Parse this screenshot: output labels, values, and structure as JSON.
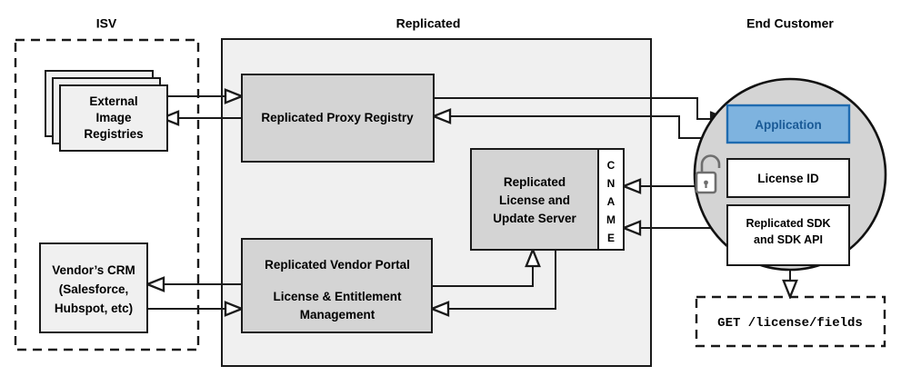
{
  "zones": {
    "isv": {
      "title": "ISV"
    },
    "replicated": {
      "title": "Replicated"
    },
    "end_customer": {
      "title": "End Customer"
    }
  },
  "nodes": {
    "external_registries": {
      "line1": "External",
      "line2": "Image",
      "line3": "Registries"
    },
    "vendor_crm": {
      "line1": "Vendor’s CRM",
      "line2": "(Salesforce,",
      "line3": "Hubspot, etc)"
    },
    "proxy_registry": {
      "line1": "Replicated Proxy Registry"
    },
    "license_update_server": {
      "line1": "Replicated",
      "line2": "License and",
      "line3": "Update Server"
    },
    "cname": {
      "letters": [
        "C",
        "N",
        "A",
        "M",
        "E"
      ]
    },
    "vendor_portal": {
      "line1": "Replicated Vendor Portal",
      "line2": "License & Entitlement",
      "line3": "Management"
    },
    "application": {
      "line1": "Application"
    },
    "license_id": {
      "line1": "License ID"
    },
    "replicated_sdk": {
      "line1": "Replicated SDK",
      "line2": "and SDK API"
    },
    "api_call": {
      "line1": "GET /license/fields"
    }
  },
  "icons": {
    "unlock": "unlock-padlock-icon"
  },
  "colors": {
    "zone_fill": "#f0f0f0",
    "node_grey": "#d4d4d4",
    "node_light": "#f0f0f0",
    "node_white": "#ffffff",
    "app_fill": "#7eb3df",
    "app_border": "#1f6bb0",
    "app_text": "#1a5a96",
    "customer_circle": "#d4d4d4",
    "stroke": "#1a1a1a",
    "lock": "#6e6e6e"
  }
}
